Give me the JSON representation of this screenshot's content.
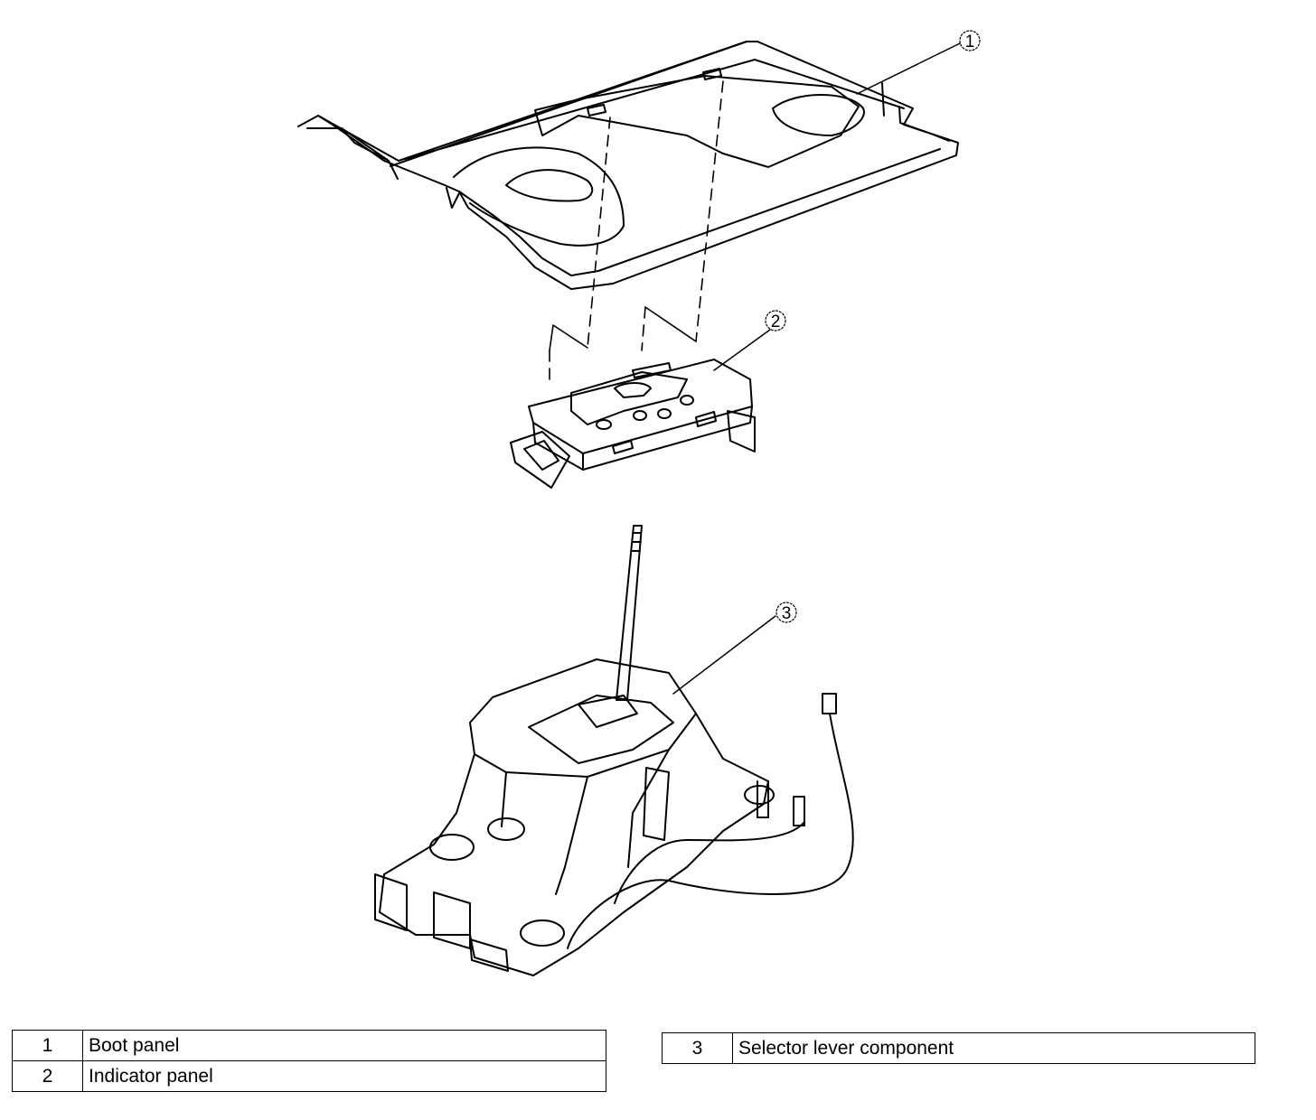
{
  "callouts": [
    {
      "number": "1"
    },
    {
      "number": "2"
    },
    {
      "number": "3"
    }
  ],
  "legend": [
    {
      "number": "1",
      "label": "Boot panel"
    },
    {
      "number": "2",
      "label": "Indicator panel"
    },
    {
      "number": "3",
      "label": "Selector lever component"
    }
  ]
}
